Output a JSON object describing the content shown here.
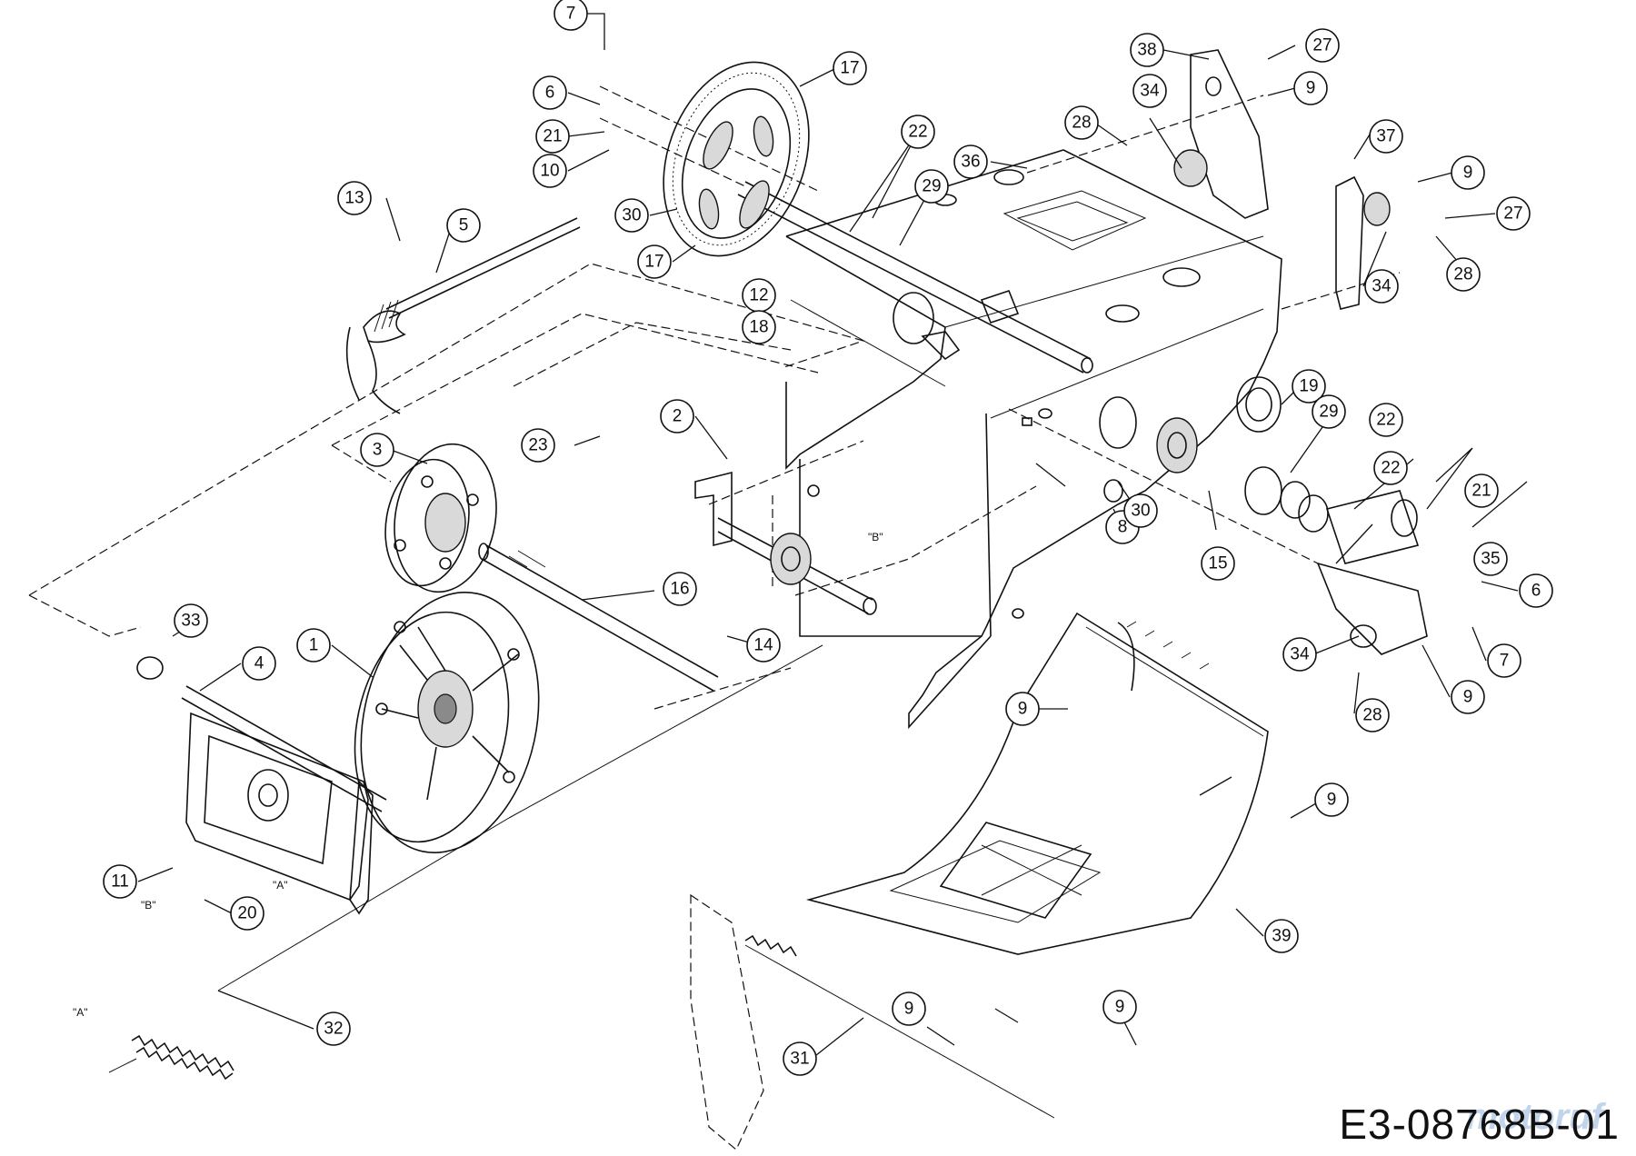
{
  "diagram": {
    "code": "E3-08768B-01",
    "watermark": "motoruf",
    "callouts": [
      "1",
      "2",
      "3",
      "4",
      "5",
      "6",
      "7",
      "8",
      "9",
      "10",
      "11",
      "12",
      "13",
      "14",
      "15",
      "16",
      "17",
      "18",
      "19",
      "20",
      "21",
      "22",
      "23",
      "27",
      "28",
      "29",
      "30",
      "31",
      "32",
      "33",
      "34",
      "35",
      "36",
      "37",
      "38",
      "39"
    ],
    "notes": {
      "a": "\"A\"",
      "b": "\"B\""
    }
  }
}
